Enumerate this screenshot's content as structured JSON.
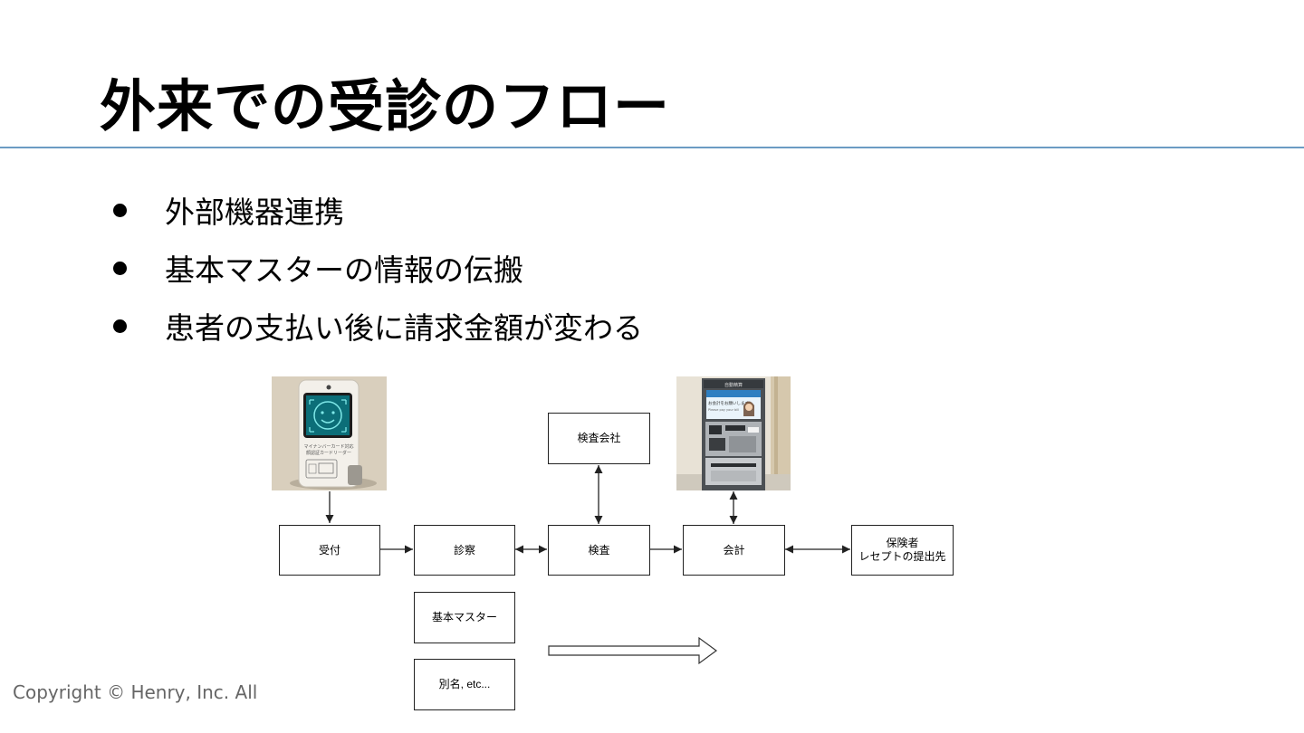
{
  "slide": {
    "title": "外来での受診のフロー",
    "bullets": [
      "外部機器連携",
      "基本マスターの情報の伝搬",
      "患者の支払い後に請求金額が変わる"
    ],
    "copyright": "Copyright © Henry, Inc. All rights reserved."
  },
  "diagram": {
    "nodes": {
      "reception": "受付",
      "consultation": "診察",
      "test": "検査",
      "lab_company": "検査会社",
      "billing": "会計",
      "insurer": "保険者\nレセプトの提出先",
      "master": "基本マスター",
      "alias": "別名, etc..."
    },
    "card_reader": {
      "icon": "mynumber-card-reader-icon",
      "caption_line1": "マイナンバーカード対応",
      "caption_line2": "顔認証カードリーダー"
    },
    "kiosk": {
      "icon": "payment-kiosk-icon",
      "screen_title": "自動精算",
      "screen_line1": "お会計をお願いします",
      "screen_line2": "Please pay your bill"
    }
  },
  "colors": {
    "rule": "#6b9bc3",
    "text": "#000000",
    "copyright": "#666666"
  }
}
